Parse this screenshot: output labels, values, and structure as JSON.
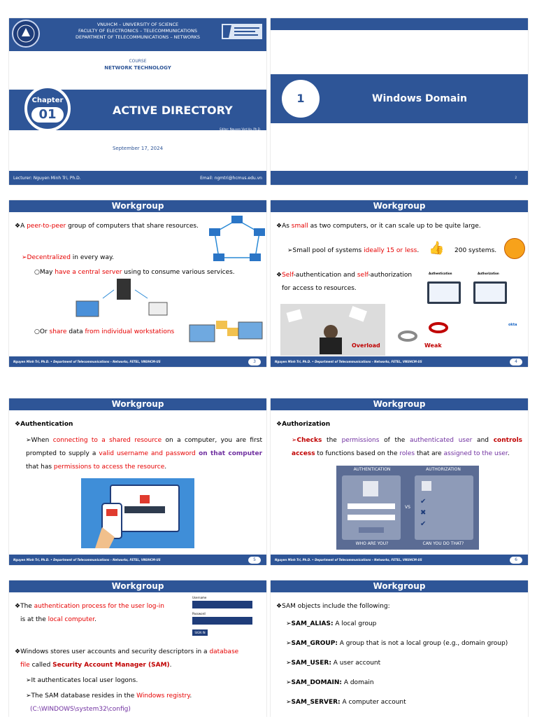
{
  "s1": {
    "uni": "VNUHCM – UNIVERSITY OF SCIENCE",
    "faculty": "FACULTY OF ELECTRONICS – TELECOMMUNICATIONS",
    "dept": "DEPARTMENT OF TELECOMMUNICATIONS – NETWORKS",
    "course_label": "COURSE",
    "course_name": "NETWORK TECHNOLOGY",
    "chapter_label": "Chapter",
    "chapter_num": "01",
    "title": "ACTIVE DIRECTORY",
    "editor": "Editor: Nguyen Viet Ha, Ph.D.",
    "date": "September 17, 2024",
    "lecturer": "Lecturer: Nguyen Minh Tri, Ph.D.",
    "email": "Email: ngmtri@hcmus.edu.vn"
  },
  "s2": {
    "num": "1",
    "title": "Windows Domain",
    "page": "2"
  },
  "footer_text": "Nguyen Minh Tri, Ph.D.   •   Department of Telecommunications – Networks, FETEL, VNUHCM-US",
  "s3": {
    "header": "Workgroup",
    "l1_a": "❖A ",
    "l1_b": "peer-to-peer",
    "l1_c": " group of computers that share resources.",
    "l2_a": "➢",
    "l2_b": "Decentralized",
    "l2_c": " in every way.",
    "l3_a": "○May ",
    "l3_b": "have a central server",
    "l3_c": " using to consume various services.",
    "l4_a": "○Or ",
    "l4_b": "share",
    "l4_c": " data ",
    "l4_d": "from individual workstations",
    "page": "3"
  },
  "s4": {
    "header": "Workgroup",
    "l1_a": "❖As ",
    "l1_b": "small",
    "l1_c": " as two computers, or it can scale up to be quite large.",
    "l2_a": "➢Small pool of systems ",
    "l2_b": "ideally 15 or less",
    "l2_c": "200 systems.",
    "l3_a": "❖",
    "l3_b": "Self",
    "l3_c": "-authentication and ",
    "l3_d": "self",
    "l3_e": "-authorization",
    "l4": "for access to resources.",
    "auth_label": "Authentication",
    "authz_label": "Authorization",
    "overload": "Overload",
    "weak": "Weak",
    "brand": "okta",
    "page": "4"
  },
  "s5": {
    "header": "Workgroup",
    "heading": "❖Authentication",
    "p_a": "➢When ",
    "p_b": "connecting to a shared resource",
    "p_c": " on a computer, you are first prompted to supply a ",
    "p_d": "valid username and password",
    "p_e": " on that computer",
    "p_f": " that has ",
    "p_g": "permissions to access the resource",
    "p_h": ".",
    "page": "5"
  },
  "s6": {
    "header": "Workgroup",
    "heading": "❖Authorization",
    "p_a": "➢",
    "p_b": "Checks",
    "p_c": " the ",
    "p_d": "permissions",
    "p_e": " of the ",
    "p_f": "authenticated user",
    "p_g": " and ",
    "p_h": "controls access",
    "p_i": " to functions based on the ",
    "p_j": "roles",
    "p_k": " that are ",
    "p_l": "assigned to the user",
    "p_m": ".",
    "img_auth": "AUTHENTICATION",
    "img_authz": "AUTHORIZATION",
    "img_vs": "VS",
    "img_who": "WHO ARE YOU?",
    "img_can": "CAN YOU DO THAT?",
    "page": "6"
  },
  "s7": {
    "header": "Workgroup",
    "l1_a": "❖The ",
    "l1_b": "authentication process for the user log-in",
    "l2_a": "is at the ",
    "l2_b": "local computer",
    "l2_c": ".",
    "username": "Username",
    "password": "Password",
    "signin": "SIGN IN",
    "l3_a": "❖Windows stores user accounts and security descriptors in a ",
    "l3_b": "database",
    "l4_a": "file",
    "l4_b": " called ",
    "l4_c": "Security Account Manager (SAM)",
    "l4_d": ".",
    "l5": "➢It authenticates local user logons.",
    "l6_a": "➢The SAM database resides in the ",
    "l6_b": "Windows registry",
    "l6_c": ".",
    "l7": "(C:\\WINDOWS\\system32\\config)"
  },
  "s8": {
    "header": "Workgroup",
    "intro": "❖SAM objects include the following:",
    "items": [
      {
        "key": "➢SAM_ALIAS:",
        "desc": " A local group"
      },
      {
        "key": "➢SAM_GROUP:",
        "desc": " A group that is not a local group (e.g., domain group)"
      },
      {
        "key": "➢SAM_USER:",
        "desc": " A user account"
      },
      {
        "key": "➢SAM_DOMAIN:",
        "desc": " A domain"
      },
      {
        "key": "➢SAM_SERVER:",
        "desc": " A computer account"
      }
    ]
  }
}
